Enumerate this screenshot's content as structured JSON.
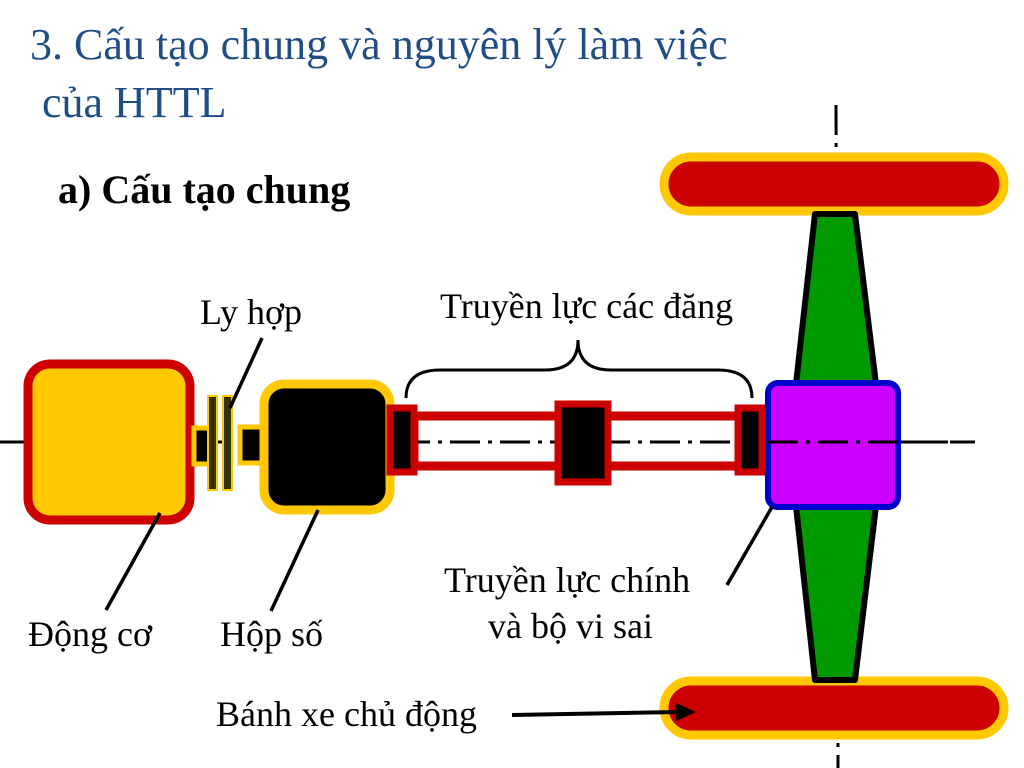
{
  "slide": {
    "title_line1": "3. Cấu tạo chung và nguyên lý làm việc",
    "title_line2": "của HTTL",
    "subtitle": "a) Cấu tạo chung"
  },
  "labels": {
    "clutch": "Ly hợp",
    "propeller_shaft": "Truyền lực các đăng",
    "engine": "Động cơ",
    "gearbox": "Hộp số",
    "final_drive_line1": "Truyền lực chính",
    "final_drive_line2": "và bộ vi sai",
    "drive_wheel": "Bánh xe chủ động"
  },
  "colors": {
    "title": "#1f4e86",
    "engine_fill": "#ffc800",
    "engine_border": "#cc0000",
    "gearbox_fill": "#000000",
    "gearbox_border": "#ffc800",
    "shaft": "#cc0000",
    "differential_fill": "#cc00ff",
    "differential_border": "#0000cc",
    "axle": "#009900",
    "wheel_fill": "#cc0000",
    "wheel_border": "#ffc800",
    "clutch_plate": "#333300"
  }
}
